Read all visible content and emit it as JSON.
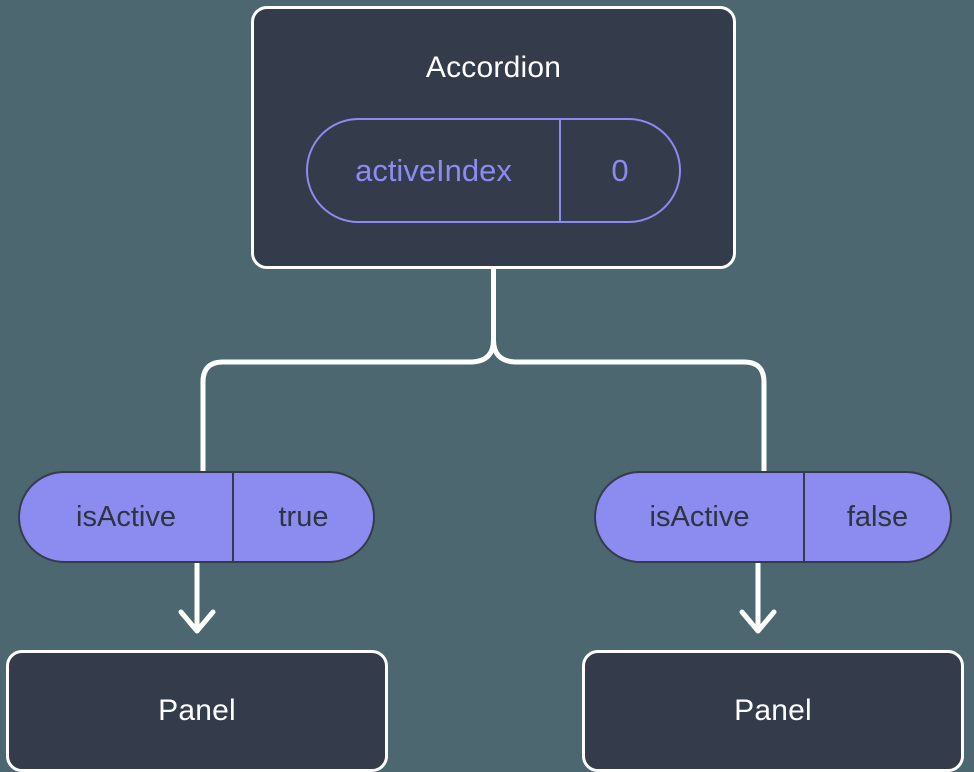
{
  "canvas": {
    "background_color": "#4c676f",
    "stroke_color": "#ffffff",
    "node_fill": "#343b4a",
    "accent_purple": "#8b8bf2",
    "pill_fill": "#8b8bf0",
    "pill_text": "#2e3440"
  },
  "root": {
    "title": "Accordion",
    "state_pill": {
      "key": "activeIndex",
      "value": "0"
    }
  },
  "branches": [
    {
      "prop_pill": {
        "key": "isActive",
        "value": "true"
      },
      "child": {
        "title": "Panel"
      }
    },
    {
      "prop_pill": {
        "key": "isActive",
        "value": "false"
      },
      "child": {
        "title": "Panel"
      }
    }
  ],
  "connectors": {
    "tree_edge_label": "",
    "arrow_label": ""
  }
}
